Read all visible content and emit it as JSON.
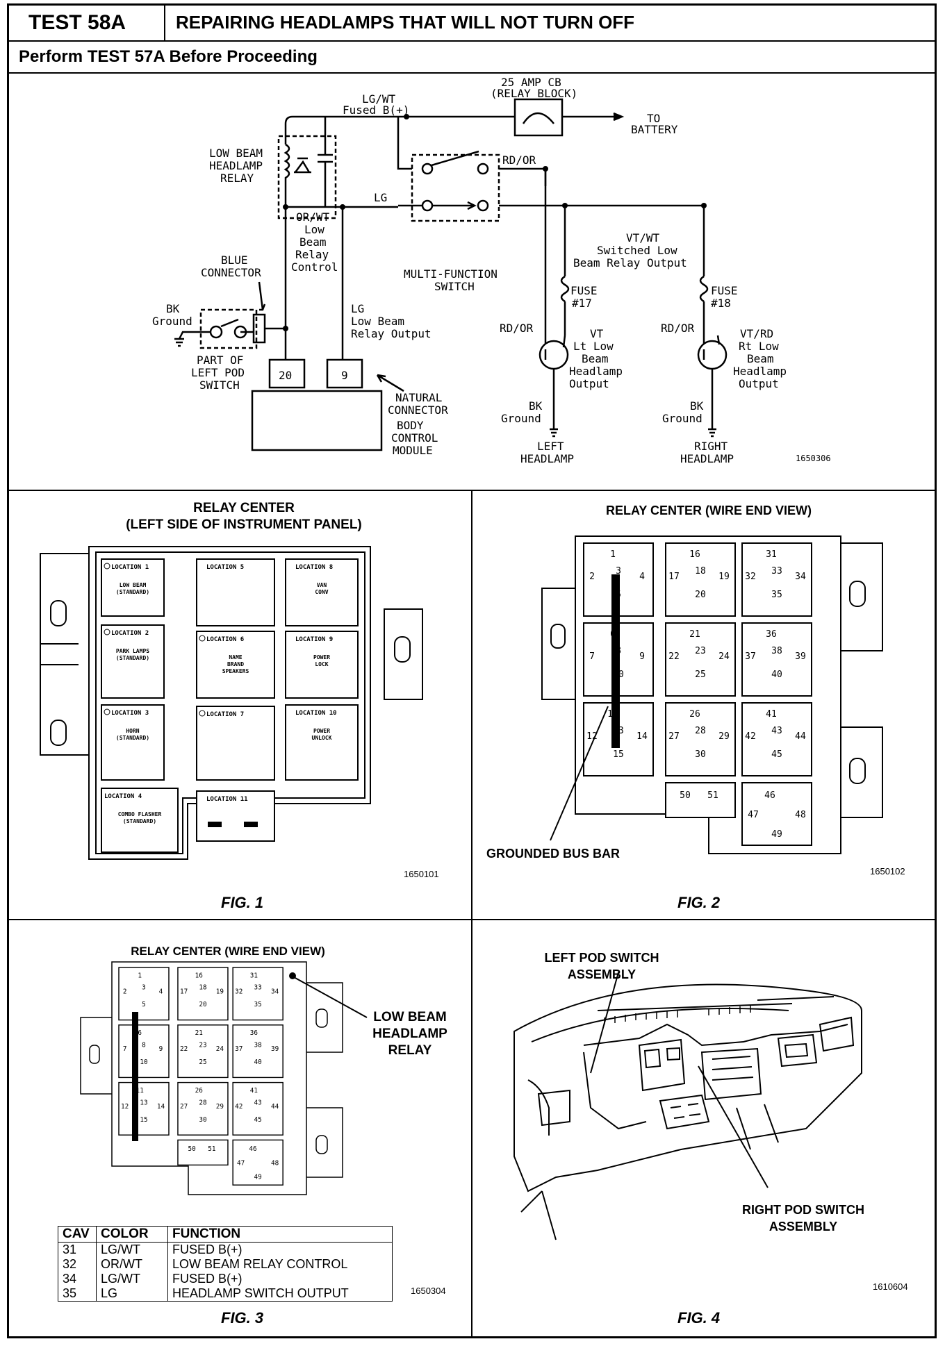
{
  "header": {
    "test_number": "TEST 58A",
    "title": "REPAIRING HEADLAMPS THAT WILL NOT TURN OFF",
    "subtitle": "Perform TEST 57A Before Proceeding"
  },
  "schematic": {
    "cb_label_1": "25 AMP CB",
    "cb_label_2": "(RELAY BLOCK)",
    "to_battery_1": "TO",
    "to_battery_2": "BATTERY",
    "fused_wire_1": "LG/WT",
    "fused_wire_2": "Fused B(+)",
    "relay_label": [
      "LOW BEAM",
      "HEADLAMP",
      "RELAY"
    ],
    "orwt_label": [
      "OR/WT",
      "Low",
      "Beam",
      "Relay",
      "Control"
    ],
    "lg_label": "LG",
    "lg_output": [
      "LG",
      "Low Beam",
      "Relay Output"
    ],
    "mfs_label": [
      "MULTI-FUNCTION",
      "SWITCH"
    ],
    "rdor_top": "RD/OR",
    "vtwt_label": [
      "VT/WT",
      "Switched Low",
      "Beam Relay Output"
    ],
    "blue_connector": [
      "BLUE",
      "CONNECTOR"
    ],
    "bk_ground_left": [
      "BK",
      "Ground"
    ],
    "pod_switch": [
      "PART OF",
      "LEFT POD",
      "SWITCH"
    ],
    "pin_20": "20",
    "pin_9": "9",
    "natural_connector": [
      "NATURAL",
      "CONNECTOR"
    ],
    "bcm": [
      "BODY",
      "CONTROL",
      "MODULE"
    ],
    "fuse17": [
      "FUSE",
      "#17"
    ],
    "fuse18": [
      "FUSE",
      "#18"
    ],
    "rdor_left": "RD/OR",
    "rdor_right": "RD/OR",
    "lt_output": [
      "VT",
      "Lt Low",
      "Beam",
      "Headlamp",
      "Output"
    ],
    "rt_output": [
      "VT/RD",
      "Rt Low",
      "Beam",
      "Headlamp",
      "Output"
    ],
    "bk_ground_lh": [
      "BK",
      "Ground"
    ],
    "bk_ground_rh": [
      "BK",
      "Ground"
    ],
    "left_headlamp": [
      "LEFT",
      "HEADLAMP"
    ],
    "right_headlamp": [
      "RIGHT",
      "HEADLAMP"
    ],
    "ref": "1650306"
  },
  "fig1": {
    "title_1": "RELAY CENTER",
    "title_2": "(LEFT SIDE OF INSTRUMENT PANEL)",
    "locations": [
      {
        "loc": "LOCATION 1",
        "name": [
          "LOW BEAM",
          "(STANDARD)"
        ]
      },
      {
        "loc": "LOCATION 5",
        "name": []
      },
      {
        "loc": "LOCATION 8",
        "name": [
          "VAN",
          "CONV"
        ]
      },
      {
        "loc": "LOCATION 2",
        "name": [
          "PARK LAMPS",
          "(STANDARD)"
        ]
      },
      {
        "loc": "LOCATION 6",
        "name": [
          "NAME",
          "BRAND",
          "SPEAKERS"
        ]
      },
      {
        "loc": "LOCATION 9",
        "name": [
          "POWER",
          "LOCK"
        ]
      },
      {
        "loc": "LOCATION 3",
        "name": [
          "HORN",
          "(STANDARD)"
        ]
      },
      {
        "loc": "LOCATION 7",
        "name": []
      },
      {
        "loc": "LOCATION 10",
        "name": [
          "POWER",
          "UNLOCK"
        ]
      },
      {
        "loc": "LOCATION 4",
        "name": [
          "COMBO FLASHER",
          "(STANDARD)"
        ]
      },
      {
        "loc": "LOCATION 11",
        "name": []
      }
    ],
    "ref": "1650101",
    "fig": "FIG. 1"
  },
  "fig2": {
    "title": "RELAY CENTER (WIRE END VIEW)",
    "bus_bar": "GROUNDED BUS BAR",
    "ref": "1650102",
    "fig": "FIG. 2"
  },
  "relay_pins": [
    [
      "1",
      "2",
      "3",
      "4",
      "5"
    ],
    [
      "16",
      "17",
      "18",
      "19",
      "20"
    ],
    [
      "31",
      "32",
      "33",
      "34",
      "35"
    ],
    [
      "6",
      "7",
      "8",
      "9",
      "10"
    ],
    [
      "21",
      "22",
      "23",
      "24",
      "25"
    ],
    [
      "36",
      "37",
      "38",
      "39",
      "40"
    ],
    [
      "11",
      "12",
      "13",
      "14",
      "15"
    ],
    [
      "26",
      "27",
      "28",
      "29",
      "30"
    ],
    [
      "41",
      "42",
      "43",
      "44",
      "45"
    ],
    [
      "50",
      "51"
    ],
    [
      "46",
      "47",
      "48",
      "49"
    ]
  ],
  "fig3": {
    "title": "RELAY CENTER (WIRE END VIEW)",
    "callout": [
      "LOW BEAM",
      "HEADLAMP",
      "RELAY"
    ],
    "table_headers": [
      "CAV",
      "COLOR",
      "FUNCTION"
    ],
    "rows": [
      {
        "cav": "31",
        "color": "LG/WT",
        "function": "FUSED B(+)"
      },
      {
        "cav": "32",
        "color": "OR/WT",
        "function": "LOW BEAM RELAY CONTROL"
      },
      {
        "cav": "34",
        "color": "LG/WT",
        "function": "FUSED B(+)"
      },
      {
        "cav": "35",
        "color": "LG",
        "function": "HEADLAMP SWITCH OUTPUT"
      }
    ],
    "ref": "1650304",
    "fig": "FIG. 3"
  },
  "fig4": {
    "left_label": [
      "LEFT POD SWITCH",
      "ASSEMBLY"
    ],
    "right_label": [
      "RIGHT POD SWITCH",
      "ASSEMBLY"
    ],
    "ref": "1610604",
    "fig": "FIG. 4"
  }
}
